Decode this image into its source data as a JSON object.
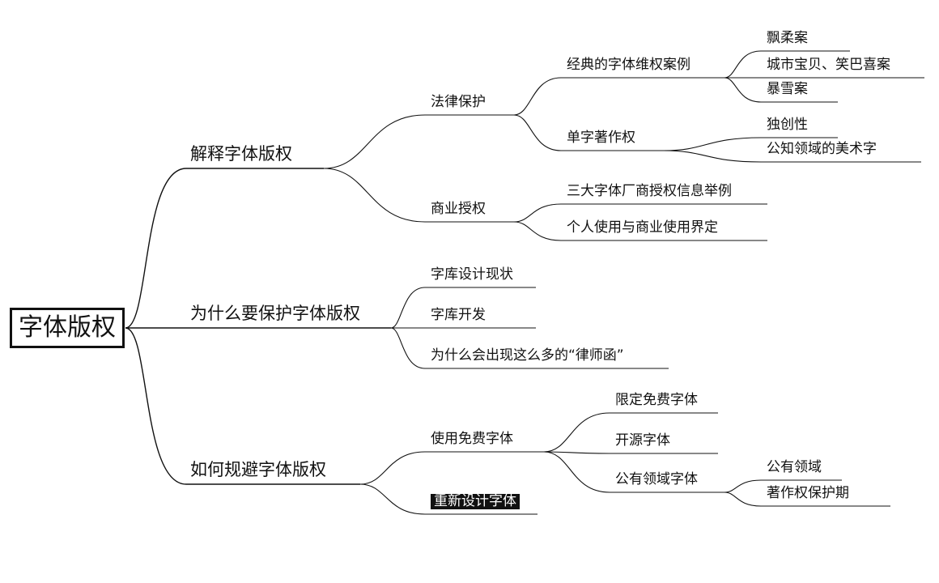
{
  "root": {
    "label": "字体版权"
  },
  "nodes": [
    {
      "id": "a",
      "parent": "root",
      "label": "解释字体版权",
      "level": 1
    },
    {
      "id": "a1",
      "parent": "a",
      "label": "法律保护",
      "level": 2
    },
    {
      "id": "a1a",
      "parent": "a1",
      "label": "经典的字体维权案例",
      "level": 3
    },
    {
      "id": "a1a1",
      "parent": "a1a",
      "label": "飘柔案",
      "level": 4
    },
    {
      "id": "a1a2",
      "parent": "a1a",
      "label": "城市宝贝、笑巴喜案",
      "level": 4
    },
    {
      "id": "a1a3",
      "parent": "a1a",
      "label": "暴雪案",
      "level": 4
    },
    {
      "id": "a1b",
      "parent": "a1",
      "label": "单字著作权",
      "level": 3
    },
    {
      "id": "a1b1",
      "parent": "a1b",
      "label": "独创性",
      "level": 4
    },
    {
      "id": "a1b2",
      "parent": "a1b",
      "label": "公知领域的美术字",
      "level": 4
    },
    {
      "id": "a2",
      "parent": "a",
      "label": "商业授权",
      "level": 2
    },
    {
      "id": "a2a",
      "parent": "a2",
      "label": "三大字体厂商授权信息举例",
      "level": 3
    },
    {
      "id": "a2b",
      "parent": "a2",
      "label": "个人使用与商业使用界定",
      "level": 3
    },
    {
      "id": "b",
      "parent": "root",
      "label": "为什么要保护字体版权",
      "level": 1
    },
    {
      "id": "b1",
      "parent": "b",
      "label": "字库设计现状",
      "level": 2
    },
    {
      "id": "b2",
      "parent": "b",
      "label": "字库开发",
      "level": 2
    },
    {
      "id": "b3",
      "parent": "b",
      "label": "为什么会出现这么多的“律师函”",
      "level": 2
    },
    {
      "id": "c",
      "parent": "root",
      "label": "如何规避字体版权",
      "level": 1
    },
    {
      "id": "c1",
      "parent": "c",
      "label": "使用免费字体",
      "level": 2
    },
    {
      "id": "c1a",
      "parent": "c1",
      "label": "限定免费字体",
      "level": 3
    },
    {
      "id": "c1b",
      "parent": "c1",
      "label": "开源字体",
      "level": 3
    },
    {
      "id": "c1c",
      "parent": "c1",
      "label": "公有领域字体",
      "level": 3
    },
    {
      "id": "c1c1",
      "parent": "c1c",
      "label": "公有领域",
      "level": 4
    },
    {
      "id": "c1c2",
      "parent": "c1c",
      "label": "著作权保护期",
      "level": 4
    },
    {
      "id": "c2",
      "parent": "c",
      "label": "重新设计字体",
      "level": 2,
      "highlighted": true
    }
  ]
}
